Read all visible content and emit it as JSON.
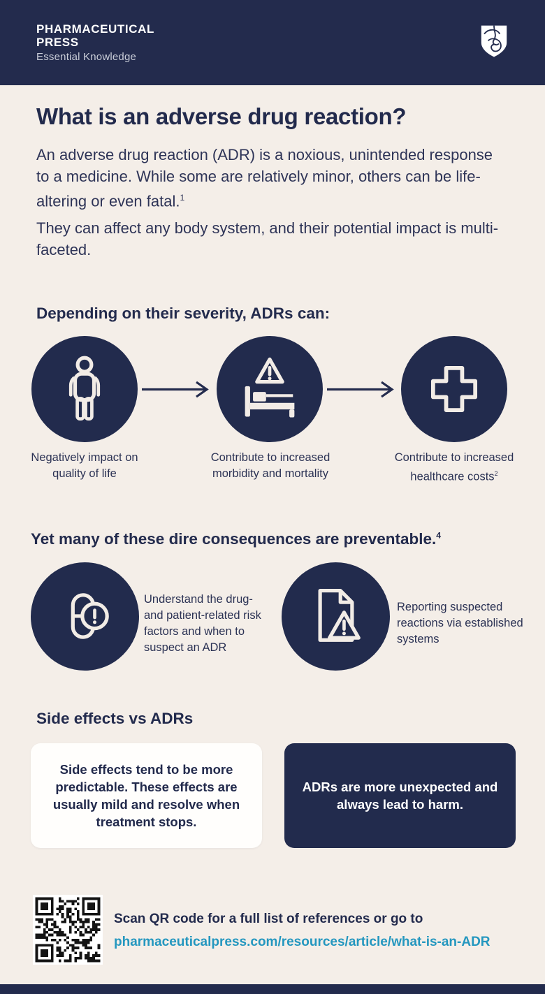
{
  "colors": {
    "navy": "#232b4d",
    "cream": "#f4eee8",
    "card_white": "#fffefc",
    "link_teal": "#2497bf",
    "text_navy": "#2b3254"
  },
  "header": {
    "logo_line1": "PHARMACEUTICAL",
    "logo_line2": "PRESS",
    "logo_tagline": "Essential Knowledge",
    "logo_shield": "shield-crest-icon"
  },
  "intro": {
    "title": "What is an adverse drug reaction?",
    "paragraph1": "An adverse drug reaction (ADR) is a noxious, unintended response to a medicine. While some are relatively minor, others can be life-altering or even fatal.",
    "paragraph1_ref": "1",
    "paragraph2": "They can affect any body system, and their potential impact is multi-faceted."
  },
  "severity": {
    "heading": "Depending on their severity, ADRs can:",
    "items": [
      {
        "icon": "person-icon",
        "caption": "Negatively impact on quality of life",
        "ref": ""
      },
      {
        "icon": "hospital-bed-warning-icon",
        "caption": "Contribute to increased morbidity and mortality",
        "ref": ""
      },
      {
        "icon": "medical-cross-icon",
        "caption": "Contribute to increased healthcare costs",
        "ref": "2"
      }
    ]
  },
  "prevention": {
    "heading": "Yet many of these dire consequences are preventable.",
    "heading_ref": "4",
    "items": [
      {
        "icon": "pills-alert-icon",
        "text": "Understand the drug- and patient-related risk factors and when to suspect an ADR"
      },
      {
        "icon": "document-alert-icon",
        "text": "Reporting suspected reactions via established systems"
      }
    ]
  },
  "comparison": {
    "heading": "Side effects vs ADRs",
    "side_effects_card": "Side effects tend to be more predictable. These effects are usually mild and resolve when treatment stops.",
    "adr_card": "ADRs are more unexpected and always lead to harm."
  },
  "footer": {
    "qr": "qr-code",
    "scan_text": "Scan QR code for a full list of references or go to",
    "url": "pharmaceuticalpress.com/resources/article/what-is-an-ADR"
  }
}
